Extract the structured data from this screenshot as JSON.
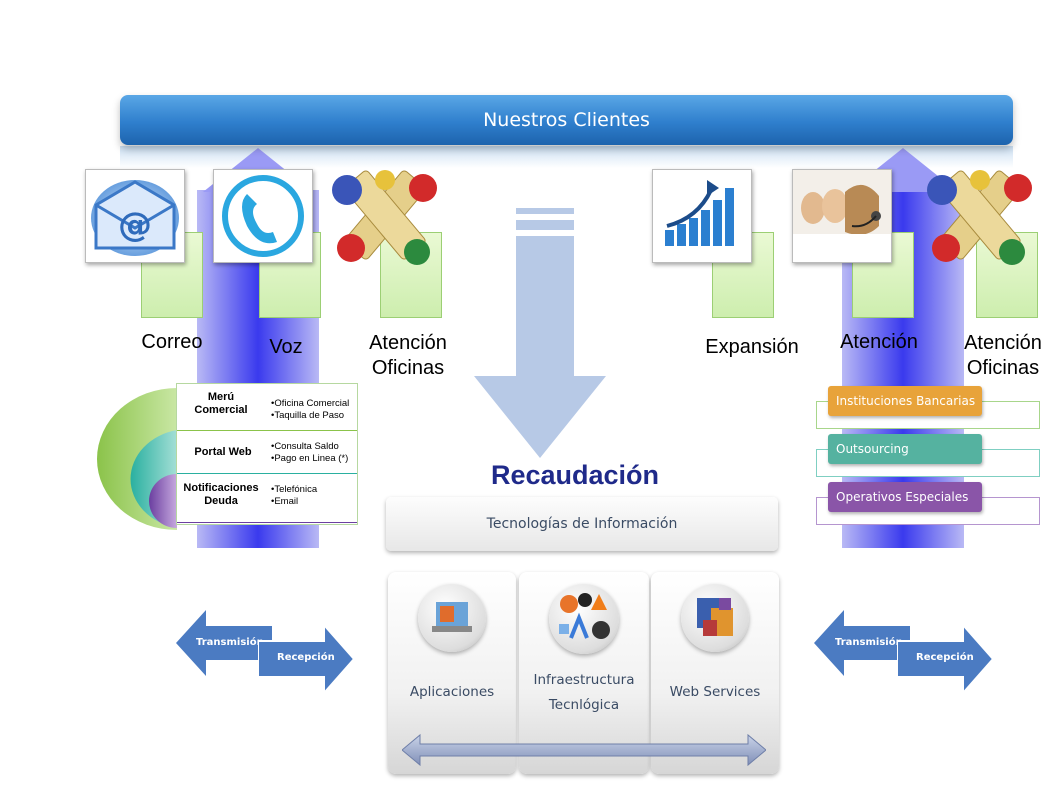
{
  "header": {
    "title": "Nuestros Clientes"
  },
  "left": {
    "labels": {
      "correo": "Correo",
      "voz": "Voz",
      "oficinas_1": "Atención",
      "oficinas_2": "Oficinas"
    },
    "channels": [
      {
        "name": "Merú\nComercial",
        "bullets": [
          "•Oficina Comercial",
          "•Taquilla de Paso"
        ]
      },
      {
        "name": "Portal Web",
        "bullets": [
          "•Consulta Saldo",
          "•Pago en Linea   (*)"
        ]
      },
      {
        "name": "Notificaciones\nDeuda",
        "bullets": [
          "•Telefónica",
          "•Email"
        ]
      }
    ]
  },
  "right": {
    "labels": {
      "expansion": "Expansión",
      "atencion": "Atención",
      "oficinas_1": "Atención",
      "oficinas_2": "Oficinas"
    },
    "pills": [
      {
        "label": "Instituciones Bancarias",
        "color": "#e8a33a"
      },
      {
        "label": "Outsourcing",
        "color": "#55b2a0"
      },
      {
        "label": "Operativos Especiales",
        "color": "#8a55a8"
      }
    ]
  },
  "center": {
    "title": "Recaudación",
    "ti_bar": "Tecnologías de Información",
    "columns": [
      {
        "line1": "Aplicaciones",
        "line2": ""
      },
      {
        "line1": "Infraestructura",
        "line2": "Tecnlógica"
      },
      {
        "line1": "Web Services",
        "line2": ""
      }
    ]
  },
  "flows": {
    "transmision": "Transmisión",
    "recepcion": "Recepción"
  }
}
